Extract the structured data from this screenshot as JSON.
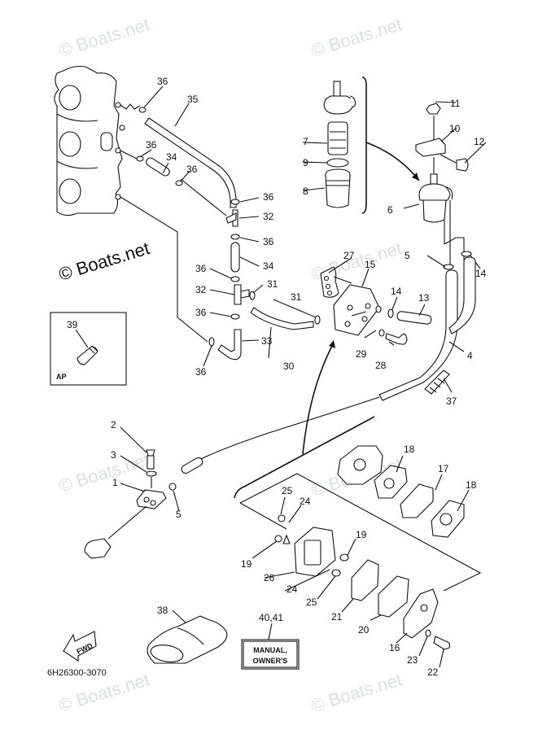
{
  "diagram": {
    "title": "Fuel system parts diagram",
    "diagram_code": "6H26300-3070",
    "forward_marker": "FWD",
    "inset_label": "AP",
    "manual_box": {
      "line1": "MANUAL,",
      "line2": "OWNER'S"
    },
    "watermarks": {
      "text": "© Boats.net",
      "prominent_text": "© Boats.net"
    },
    "callouts": [
      {
        "id": "c1",
        "label": "1"
      },
      {
        "id": "c2",
        "label": "2"
      },
      {
        "id": "c3",
        "label": "3"
      },
      {
        "id": "c4",
        "label": "4"
      },
      {
        "id": "c5a",
        "label": "5"
      },
      {
        "id": "c5b",
        "label": "5"
      },
      {
        "id": "c6",
        "label": "6"
      },
      {
        "id": "c7",
        "label": "7"
      },
      {
        "id": "c8",
        "label": "8"
      },
      {
        "id": "c9",
        "label": "9"
      },
      {
        "id": "c10",
        "label": "10"
      },
      {
        "id": "c11",
        "label": "11"
      },
      {
        "id": "c12",
        "label": "12"
      },
      {
        "id": "c13",
        "label": "13"
      },
      {
        "id": "c14a",
        "label": "14"
      },
      {
        "id": "c14b",
        "label": "14"
      },
      {
        "id": "c15",
        "label": "15"
      },
      {
        "id": "c16",
        "label": "16"
      },
      {
        "id": "c17",
        "label": "17"
      },
      {
        "id": "c18a",
        "label": "18"
      },
      {
        "id": "c18b",
        "label": "18"
      },
      {
        "id": "c19a",
        "label": "19"
      },
      {
        "id": "c19b",
        "label": "19"
      },
      {
        "id": "c20",
        "label": "20"
      },
      {
        "id": "c21",
        "label": "21"
      },
      {
        "id": "c22",
        "label": "22"
      },
      {
        "id": "c23",
        "label": "23"
      },
      {
        "id": "c24a",
        "label": "24"
      },
      {
        "id": "c24b",
        "label": "24"
      },
      {
        "id": "c25a",
        "label": "25"
      },
      {
        "id": "c25b",
        "label": "25"
      },
      {
        "id": "c26",
        "label": "26"
      },
      {
        "id": "c27",
        "label": "27"
      },
      {
        "id": "c28",
        "label": "28"
      },
      {
        "id": "c29",
        "label": "29"
      },
      {
        "id": "c30",
        "label": "30"
      },
      {
        "id": "c31a",
        "label": "31"
      },
      {
        "id": "c31b",
        "label": "31"
      },
      {
        "id": "c32a",
        "label": "32"
      },
      {
        "id": "c32b",
        "label": "32"
      },
      {
        "id": "c33",
        "label": "33"
      },
      {
        "id": "c34a",
        "label": "34"
      },
      {
        "id": "c34b",
        "label": "34"
      },
      {
        "id": "c35",
        "label": "35"
      },
      {
        "id": "c36a",
        "label": "36"
      },
      {
        "id": "c36b",
        "label": "36"
      },
      {
        "id": "c36c",
        "label": "36"
      },
      {
        "id": "c36d",
        "label": "36"
      },
      {
        "id": "c36e",
        "label": "36"
      },
      {
        "id": "c36f",
        "label": "36"
      },
      {
        "id": "c36g",
        "label": "36"
      },
      {
        "id": "c36h",
        "label": "36"
      },
      {
        "id": "c37",
        "label": "37"
      },
      {
        "id": "c38",
        "label": "38"
      },
      {
        "id": "c39",
        "label": "39"
      },
      {
        "id": "c4041",
        "label": "40,41"
      }
    ]
  }
}
